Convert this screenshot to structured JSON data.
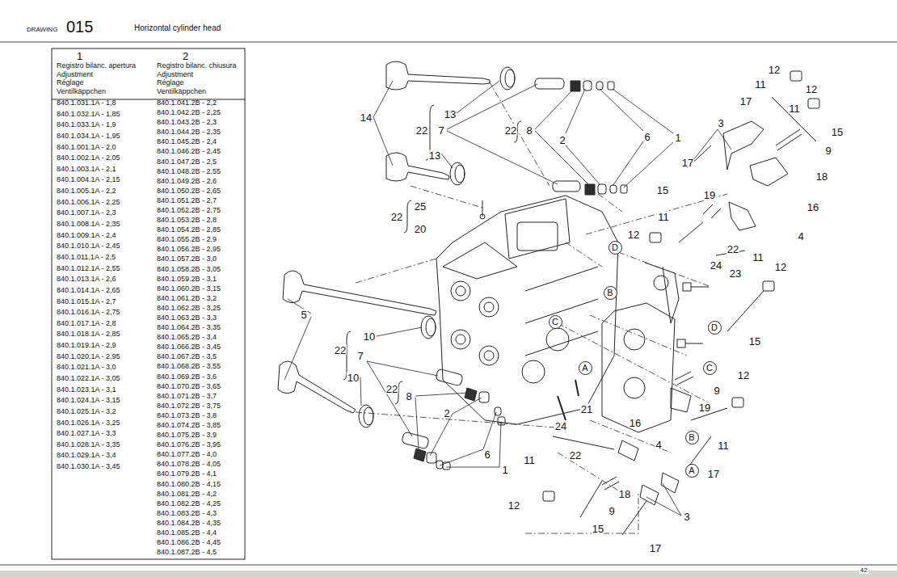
{
  "diagram": {
    "title": "Horizontal cylinder head",
    "nodes": [
      {
        "text": [
          "D"
        ]
      },
      {
        "text": [
          "B"
        ]
      },
      {
        "text": [
          "C"
        ]
      },
      {
        "text": [
          "A"
        ]
      },
      {
        "text": [
          "D"
        ]
      },
      {
        "text": [
          "C"
        ]
      },
      {
        "text": [
          "B"
        ]
      },
      {
        "text": [
          "A"
        ]
      }
    ],
    "labels": [
      "DRAWING",
      "015",
      "1",
      "Registro bilanc. apertura",
      "Adjustment",
      "Réglage",
      "Ventilkäppchen",
      "2",
      "Registro bilanc. chiusura",
      "Adjustment",
      "Réglage",
      "Ventilkäppchen",
      "840.1.031.1A - 1,8",
      "840.1.032.1A - 1,85",
      "840.1.033.1A - 1,9",
      "840.1.034.1A - 1,95",
      "840.1.001.1A - 2,0",
      "840.1.002.1A - 2,05",
      "840.1.003.1A - 2,1",
      "840.1.004.1A - 2,15",
      "840.1.005.1A - 2,2",
      "840.1.006.1A - 2,25",
      "840.1.007.1A - 2,3",
      "840.1.008.1A - 2,35",
      "840.1.009.1A - 2,4",
      "840.1.010.1A - 2,45",
      "840.1.011.1A - 2,5",
      "840.1.012.1A - 2,55",
      "840.1.013.1A - 2,6",
      "840.1.014.1A - 2,65",
      "840.1.015.1A - 2,7",
      "840.1.016.1A - 2,75",
      "840.1.017.1A - 2,8",
      "840.1.018.1A - 2,85",
      "840.1.019.1A - 2,9",
      "840.1.020.1A - 2,95",
      "840.1.021.1A - 3,0",
      "840.1.022.1A - 3,05",
      "840.1.023.1A - 3,1",
      "840.1.024.1A - 3,15",
      "840.1.025.1A - 3,2",
      "840.1.026.1A - 3,25",
      "840.1.027.1A - 3,3",
      "840.1.028.1A - 3,35",
      "840.1.029.1A - 3,4",
      "840.1.030.1A - 3,45",
      "840.1.041.2B - 2,2",
      "840.1.042.2B - 2,25",
      "840.1.043.2B - 2,3",
      "840.1.044.2B - 2,35",
      "840.1.045.2B - 2,4",
      "840.1.046.2B - 2,45",
      "840.1.047.2B - 2,5",
      "840.1.048.2B - 2,55",
      "840.1.049.2B - 2,6",
      "840.1.050.2B - 2,65",
      "840.1.051.2B - 2,7",
      "840.1.052.2B - 2,75",
      "840.1.053.2B - 2,8",
      "840.1.054.2B - 2,85",
      "840.1.055.2B - 2,9",
      "840.1.056.2B - 2,95",
      "840.1.057.2B - 3,0",
      "840.1.058.2B - 3,05",
      "840.1.059.2B - 3,1",
      "840.1.060.2B - 3,15",
      "840.1.061.2B - 3,2",
      "840.1.062.2B - 3,25",
      "840.1.063.2B - 3,3",
      "840.1.064.2B - 3,35",
      "840.1.065.2B - 3,4",
      "840.1.066.2B - 3,45",
      "840.1.067.2B - 3,5",
      "840.1.068.2B - 3,55",
      "840.1.069.2B - 3,6",
      "840.1.070.2B - 3,65",
      "840.1.071.2B - 3,7",
      "840.1.072.2B - 3,75",
      "840.1.073.2B - 3,8",
      "840.1.074.2B - 3,85",
      "840.1.075.2B - 3,9",
      "840.1.076.2B - 3,95",
      "840.1.077.2B - 4,0",
      "840.1.078.2B - 4,05",
      "840.1.079.2B - 4,1",
      "840.1.080.2B - 4,15",
      "840.1.081.2B - 4,2",
      "840.1.082.2B - 4,25",
      "840.1.083.2B - 4,3",
      "840.1.084.2B - 4,35",
      "840.1.085.2B - 4,4",
      "840.1.086.2B - 4,45",
      "840.1.087.2B - 4,5",
      "14",
      "13",
      "22",
      "7",
      "13",
      "22",
      "8",
      "2",
      "6",
      "1",
      "12",
      "11",
      "12",
      "17",
      "11",
      "3",
      "15",
      "9",
      "17",
      "18",
      "15",
      "19",
      "16",
      "4",
      "22",
      "25",
      "20",
      "11",
      "12",
      "22",
      "24",
      "23",
      "11",
      "12",
      "5",
      "10",
      "22",
      "7",
      "10",
      "22",
      "8",
      "2",
      "6",
      "1",
      "21",
      "24",
      "22",
      "16",
      "4",
      "15",
      "12",
      "9",
      "19",
      "11",
      "17",
      "11",
      "12",
      "18",
      "9",
      "15",
      "3",
      "17",
      "42"
    ]
  }
}
